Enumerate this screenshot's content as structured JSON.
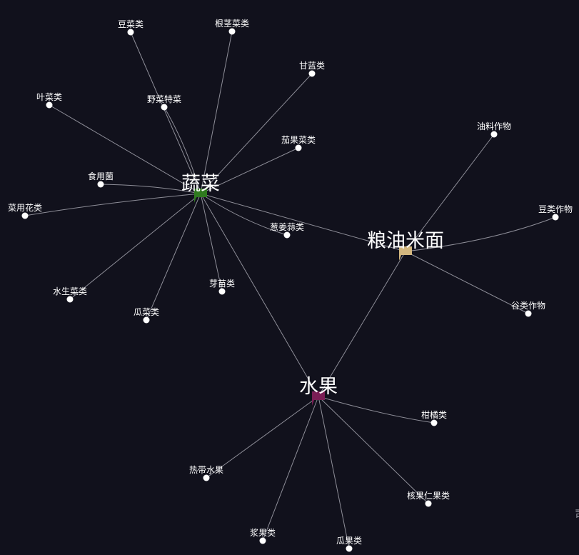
{
  "graph": {
    "background": "#11111c",
    "edge_color": "#8e8e98",
    "node_color": "#ffffff",
    "hubs": [
      {
        "id": "veg",
        "label": "蔬菜",
        "flag_color": "#2f7a1f",
        "icon": "flag-icon"
      },
      {
        "id": "grain",
        "label": "粮油米面",
        "flag_color": "#d3b77f",
        "icon": "flag-icon"
      },
      {
        "id": "fruit",
        "label": "水果",
        "flag_color": "#7a1e55",
        "icon": "flag-icon"
      }
    ],
    "leaves": [
      {
        "id": "douci",
        "label": "豆菜类",
        "parent": "veg"
      },
      {
        "id": "genjing",
        "label": "根茎菜类",
        "parent": "veg"
      },
      {
        "id": "ganlan",
        "label": "甘蓝类",
        "parent": "veg"
      },
      {
        "id": "yecai",
        "label": "叶菜类",
        "parent": "veg"
      },
      {
        "id": "yecaitecai",
        "label": "野菜特菜",
        "parent": "veg"
      },
      {
        "id": "qieguo",
        "label": "茄果菜类",
        "parent": "veg"
      },
      {
        "id": "shiyongjun",
        "label": "食用菌",
        "parent": "veg"
      },
      {
        "id": "caiyonghua",
        "label": "菜用花类",
        "parent": "veg"
      },
      {
        "id": "congjiangsuan",
        "label": "葱姜蒜类",
        "parent": "veg"
      },
      {
        "id": "shuisheng",
        "label": "水生菜类",
        "parent": "veg"
      },
      {
        "id": "yamiao",
        "label": "芽苗类",
        "parent": "veg"
      },
      {
        "id": "guacai",
        "label": "瓜菜类",
        "parent": "veg"
      },
      {
        "id": "youliao",
        "label": "油料作物",
        "parent": "grain"
      },
      {
        "id": "doulei",
        "label": "豆类作物",
        "parent": "grain"
      },
      {
        "id": "gulei",
        "label": "谷类作物",
        "parent": "grain"
      },
      {
        "id": "ganju",
        "label": "柑橘类",
        "parent": "fruit"
      },
      {
        "id": "redai",
        "label": "热带水果",
        "parent": "fruit"
      },
      {
        "id": "heguo",
        "label": "核果仁果类",
        "parent": "fruit"
      },
      {
        "id": "jiangguo",
        "label": "浆果类",
        "parent": "fruit"
      },
      {
        "id": "guaguo",
        "label": "瓜果类",
        "parent": "fruit"
      }
    ],
    "hub_links": [
      [
        "veg",
        "grain"
      ],
      [
        "veg",
        "fruit"
      ],
      [
        "grain",
        "fruit"
      ]
    ]
  },
  "corner_glyph": "司"
}
